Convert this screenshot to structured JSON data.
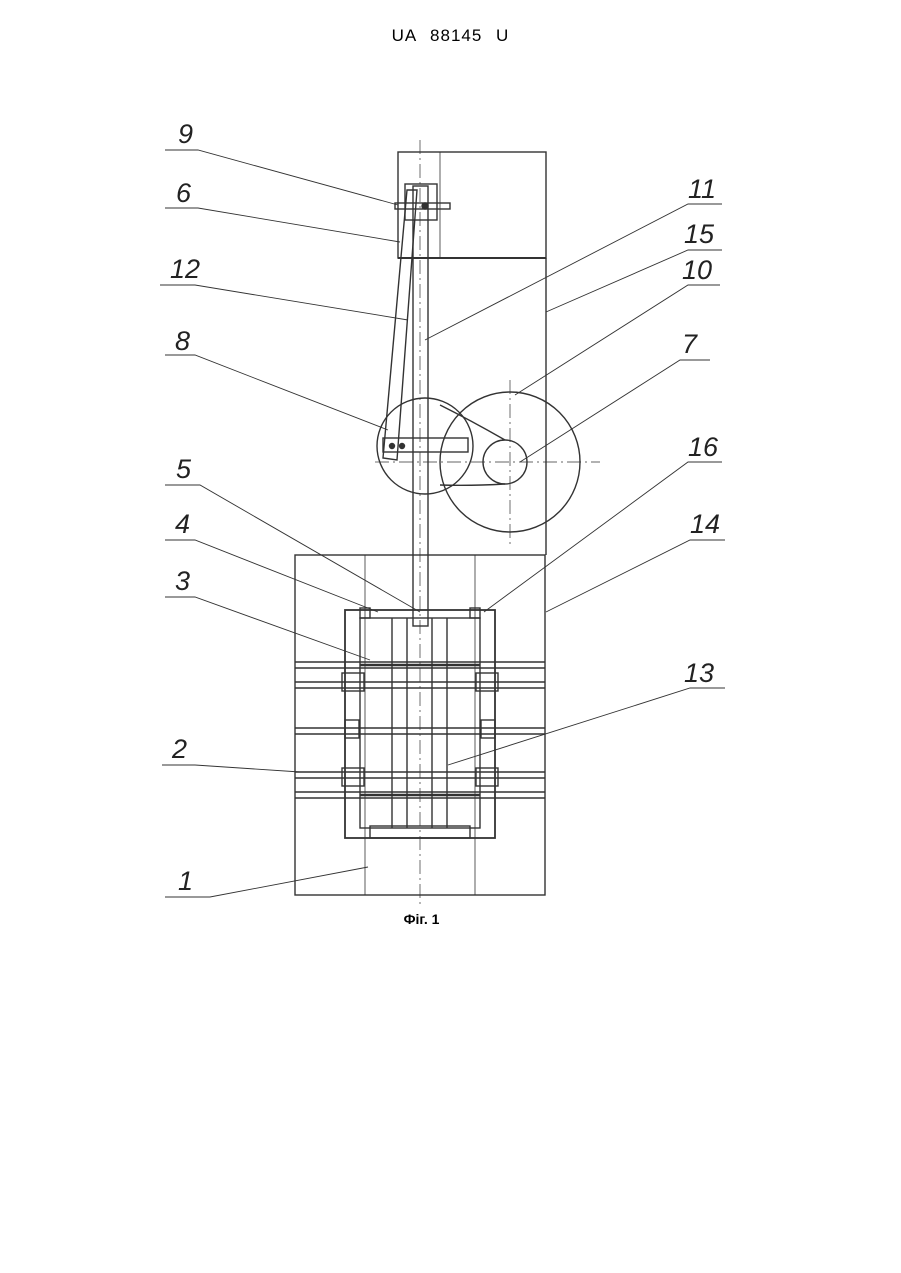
{
  "header": {
    "patent_number": "UA   88145   U"
  },
  "figure": {
    "caption": "Фіг. 1",
    "labels": {
      "n1": "1",
      "n2": "2",
      "n3": "3",
      "n4": "4",
      "n5": "5",
      "n6": "6",
      "n7": "7",
      "n8": "8",
      "n9": "9",
      "n10": "10",
      "n11": "11",
      "n12": "12",
      "n13": "13",
      "n14": "14",
      "n15": "15",
      "n16": "16"
    }
  }
}
